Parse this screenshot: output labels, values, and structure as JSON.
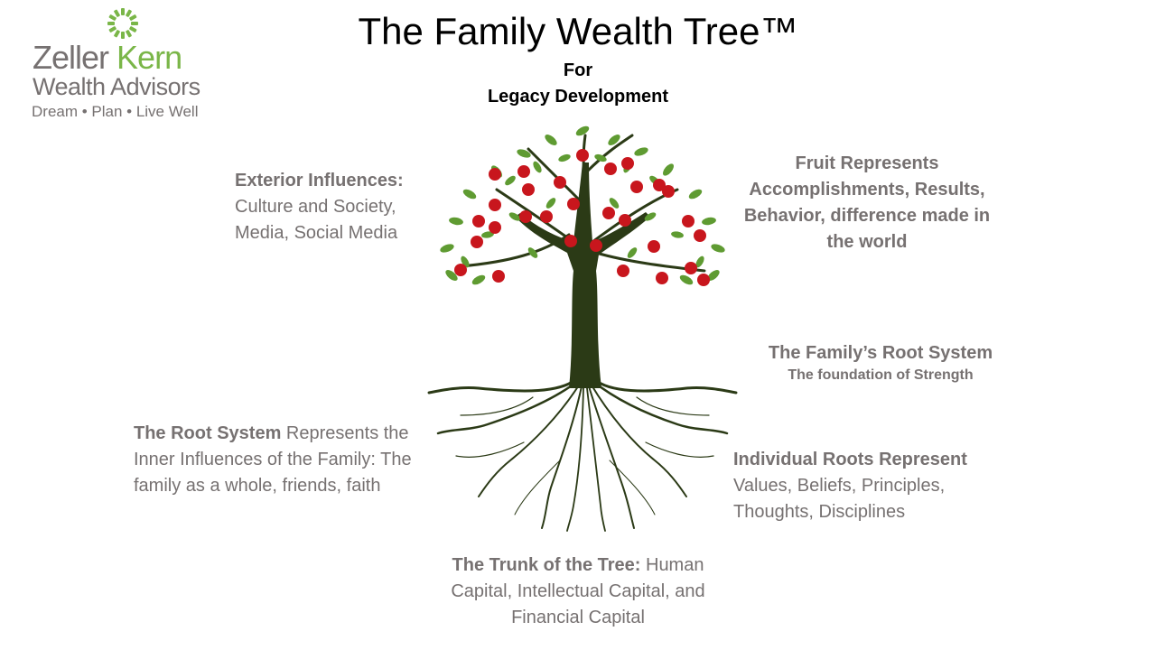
{
  "logo": {
    "name_part1": "Zeller",
    "name_part2": "Kern",
    "subtitle": "Wealth Advisors",
    "tagline": "Dream • Plan • Live Well"
  },
  "title": "The Family Wealth Tree™",
  "subtitle_line1": "For",
  "subtitle_line2": "Legacy Development",
  "exterior": {
    "heading": "Exterior Influences:",
    "body": "Culture and Society, Media, Social Media"
  },
  "fruit": {
    "text": "Fruit Represents Accomplishments, Results, Behavior, difference made in the world"
  },
  "family_root": {
    "heading": "The Family’s Root System",
    "sub": "The foundation of Strength"
  },
  "root_system": {
    "heading": "The Root System",
    "body": " Represents the Inner Influences of the Family: The family as a whole, friends, faith"
  },
  "individual_roots": {
    "heading": "Individual Roots Represent",
    "body": "Values, Beliefs, Principles, Thoughts, Disciplines"
  },
  "trunk": {
    "heading": "The Trunk of the Tree:",
    "body": " Human Capital, Intellectual Capital, and Financial Capital"
  },
  "colors": {
    "text_grey": "#767171",
    "brand_green": "#7ab648",
    "trunk": "#2b3a16",
    "leaf": "#5f9b32",
    "apple": "#c8161d"
  },
  "icons": [
    "logo-burst-icon",
    "tree-illustration"
  ]
}
